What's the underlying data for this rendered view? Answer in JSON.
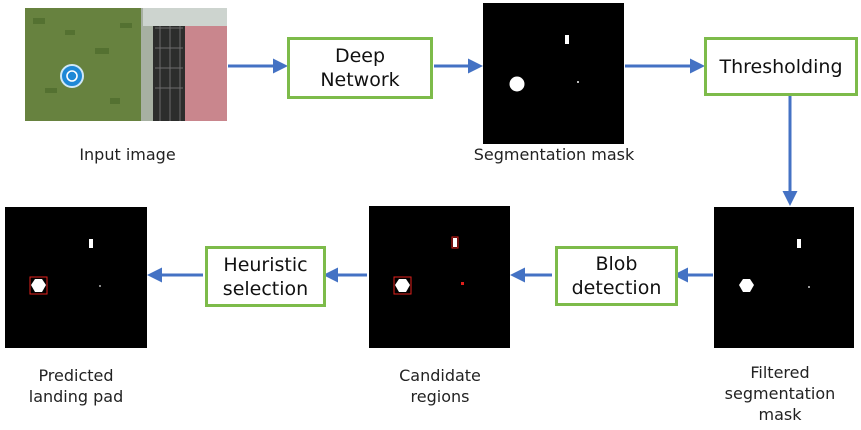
{
  "diagram": {
    "boxes": {
      "deep_network": "Deep\nNetwork",
      "thresholding": "Thresholding",
      "blob_detection": "Blob\ndetection",
      "heuristic_selection": "Heuristic\nselection"
    },
    "captions": {
      "input_image": "Input image",
      "segmentation_mask": "Segmentation mask",
      "filtered_mask": "Filtered\nsegmentation\nmask",
      "candidate_regions": "Candidate\nregions",
      "predicted_pad": "Predicted\nlanding pad"
    },
    "colors": {
      "box_border": "#7dbb4a",
      "arrow": "#4472c4",
      "mask_background": "#000000",
      "candidate_marker": "#e0201c"
    }
  }
}
